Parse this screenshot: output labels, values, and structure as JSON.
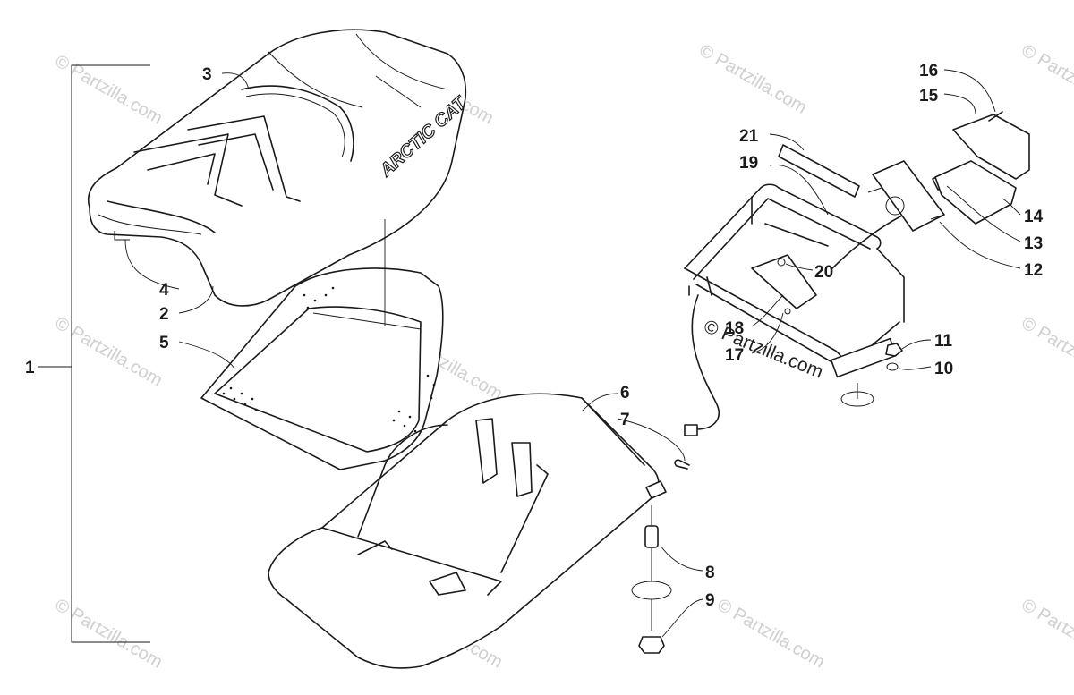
{
  "watermark": "© Partzilla.com",
  "main_watermark": "© Partzilla.com",
  "seat_logo": "ARCTIC CAT",
  "callouts": [
    {
      "id": "1",
      "label": "1"
    },
    {
      "id": "2",
      "label": "2"
    },
    {
      "id": "3",
      "label": "3"
    },
    {
      "id": "4",
      "label": "4"
    },
    {
      "id": "5",
      "label": "5"
    },
    {
      "id": "6",
      "label": "6"
    },
    {
      "id": "7",
      "label": "7"
    },
    {
      "id": "8",
      "label": "8"
    },
    {
      "id": "9",
      "label": "9"
    },
    {
      "id": "10",
      "label": "10"
    },
    {
      "id": "11",
      "label": "11"
    },
    {
      "id": "12",
      "label": "12"
    },
    {
      "id": "13",
      "label": "13"
    },
    {
      "id": "14",
      "label": "14"
    },
    {
      "id": "15",
      "label": "15"
    },
    {
      "id": "16",
      "label": "16"
    },
    {
      "id": "17",
      "label": "17"
    },
    {
      "id": "18",
      "label": "18"
    },
    {
      "id": "19",
      "label": "19"
    },
    {
      "id": "20",
      "label": "20"
    },
    {
      "id": "21",
      "label": "21"
    }
  ]
}
